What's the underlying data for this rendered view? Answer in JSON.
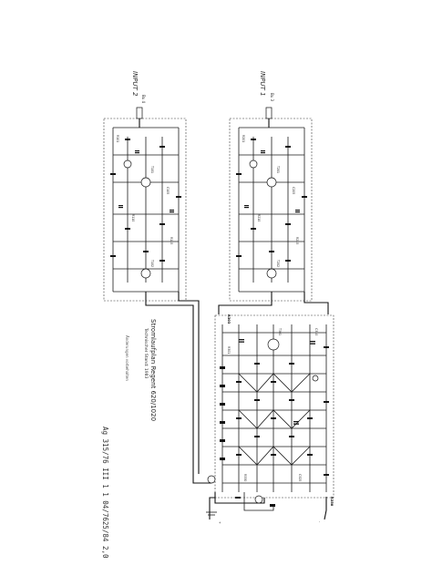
{
  "schematic": {
    "title": "Stromlaufplan Regent 620/1020",
    "date_label": "Technischer Stand: 1983",
    "note": "Änderungen vorbehalten",
    "document_code": "Ag 315/76  III 1 1  04/7625/84  2,0",
    "input_left": "INPUT 2",
    "input_right": "INPUT 1",
    "connector_left": "Bu 4",
    "connector_right": "Bu 3"
  }
}
